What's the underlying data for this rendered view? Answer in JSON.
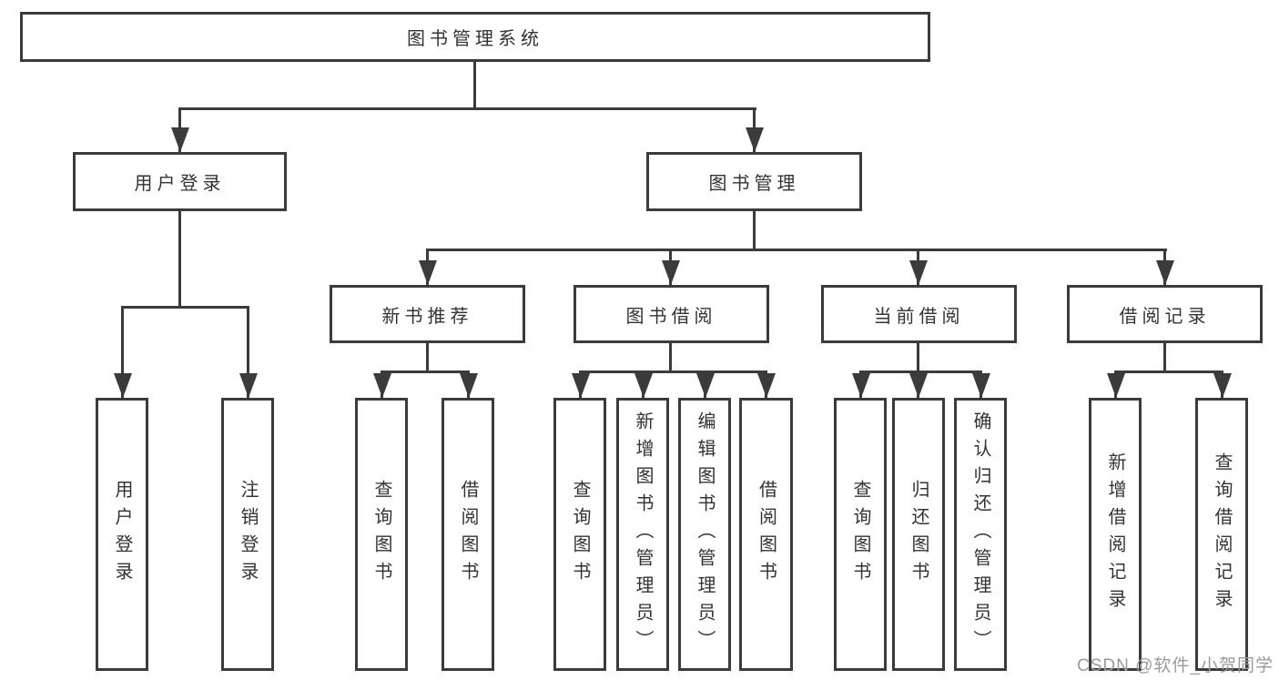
{
  "diagram": {
    "root": {
      "label": "图书管理系统"
    },
    "level2": {
      "user_login": {
        "label": "用户登录"
      },
      "book_mgmt": {
        "label": "图书管理"
      }
    },
    "level3": {
      "new_book_rec": {
        "label": "新书推荐"
      },
      "book_borrow": {
        "label": "图书借阅"
      },
      "current_borrow": {
        "label": "当前借阅"
      },
      "borrow_record": {
        "label": "借阅记录"
      }
    },
    "leaves": {
      "login": {
        "label": "用户登录"
      },
      "logout": {
        "label": "注销登录"
      },
      "rec_query": {
        "label": "查询图书"
      },
      "rec_borrow": {
        "label": "借阅图书"
      },
      "bb_query": {
        "label": "查询图书"
      },
      "bb_add": {
        "label": "新增图书（管理员）"
      },
      "bb_edit": {
        "label": "编辑图书（管理员）"
      },
      "bb_borrow": {
        "label": "借阅图书"
      },
      "cb_query": {
        "label": "查询图书"
      },
      "cb_return": {
        "label": "归还图书"
      },
      "cb_confirm": {
        "label": "确认归还（管理员）"
      },
      "br_add": {
        "label": "新增借阅记录"
      },
      "br_query": {
        "label": "查询借阅记录"
      }
    }
  },
  "watermark": {
    "text": "CSDN @软件_小贺同学"
  },
  "colors": {
    "line": "#3b3b3b",
    "text": "#333333",
    "watermark": "#9a9a9a",
    "background": "#ffffff"
  }
}
